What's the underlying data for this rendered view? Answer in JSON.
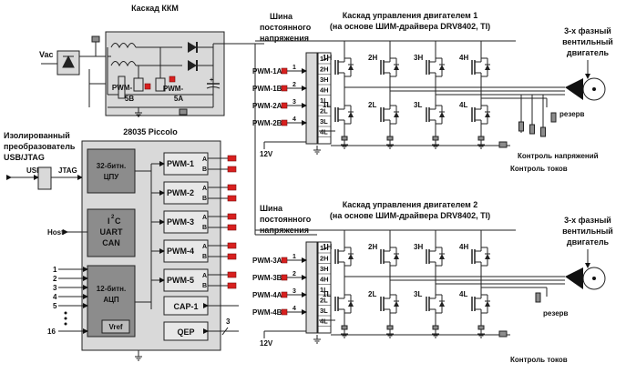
{
  "pfc": {
    "title1": "Каскад ККМ",
    "title2": "(2чередующихся фазы)",
    "vac": "Vac",
    "pwm5b": [
      "PWM-",
      "5B"
    ],
    "pwm5a": [
      "PWM-",
      "5A"
    ]
  },
  "bus": {
    "label1": [
      "Шина",
      "постоянного",
      "напряжения"
    ],
    "label2": [
      "Шина",
      "постоянного",
      "напряжения"
    ]
  },
  "stage1": {
    "title": "Каскад управления двигателем 1",
    "subtitle": "(на основе ШИМ-драйвера DRV8402, TI)",
    "pwm": [
      "PWM-1A",
      "PWM-1B",
      "PWM-2A",
      "PWM-2B"
    ],
    "nums": [
      "1",
      "2",
      "3",
      "4"
    ],
    "drv": [
      "1H",
      "2H",
      "3H",
      "4H",
      "1L",
      "2L",
      "3L",
      "4L"
    ],
    "hi": [
      "1H",
      "2H",
      "3H",
      "4H"
    ],
    "lo": [
      "1L",
      "2L",
      "3L",
      "4L"
    ],
    "v12": "12V",
    "motor": [
      "3-х фазный",
      "вентильный",
      "двигатель"
    ],
    "reserve": "резерв",
    "volt_ctrl": "Контроль напряжений",
    "cur_ctrl": "Контроль токов"
  },
  "stage2": {
    "title": "Каскад управления двигателем 2",
    "subtitle": "(на основе ШИМ-драйвера DRV8402, TI)",
    "pwm": [
      "PWM-3A",
      "PWM-3B",
      "PWM-4A",
      "PWM-4B"
    ],
    "nums": [
      "1",
      "2",
      "3",
      "4"
    ],
    "drv": [
      "1H",
      "2H",
      "3H",
      "4H",
      "1L",
      "2L",
      "3L",
      "4L"
    ],
    "hi": [
      "1H",
      "2H",
      "3H",
      "4H"
    ],
    "lo": [
      "1L",
      "2L",
      "3L",
      "4L"
    ],
    "v12": "12V",
    "motor": [
      "3-х фазный",
      "вентильный",
      "двигатель"
    ],
    "reserve": "резерв",
    "cur_ctrl": "Контроль токов"
  },
  "isolator": {
    "label": [
      "Изолированный",
      "преобразователь",
      "USB/JTAG"
    ],
    "usb": "USB",
    "jtag": "JTAG"
  },
  "mcu": {
    "title": "28035 Piccolo",
    "cpu": [
      "32-битн.",
      "ЦПУ"
    ],
    "i2c": "I",
    "i2c_sup": "2",
    "i2c_c": "C",
    "uart": "UART",
    "can": "CAN",
    "host": "Host",
    "adc": [
      "12-битн.",
      "АЦП"
    ],
    "vref": "Vref",
    "pwm": [
      "PWM-1",
      "PWM-2",
      "PWM-3",
      "PWM-4",
      "PWM-5"
    ],
    "a": "A",
    "b": "B",
    "cap": "CAP-1",
    "qep": "QEP",
    "qep_n": "3",
    "adc_in": [
      "1",
      "2",
      "3",
      "4",
      "5",
      "16"
    ]
  }
}
